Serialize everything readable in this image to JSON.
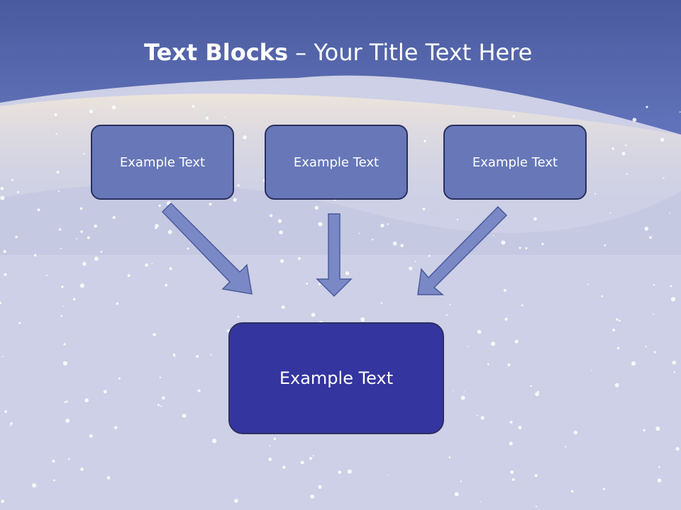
{
  "title": {
    "bold": "Text Blocks",
    "separator": " – ",
    "rest": "Your Title Text Here"
  },
  "diagram": {
    "top_boxes": [
      {
        "label": "Example Text"
      },
      {
        "label": "Example Text"
      },
      {
        "label": "Example Text"
      }
    ],
    "bottom_box": {
      "label": "Example Text"
    }
  },
  "colors": {
    "header_band": "#5a6bb0",
    "small_box_fill": "#6777b8",
    "big_box_fill": "#3535a0",
    "arrow_fill": "#7a89c6",
    "box_border": "#2b2f5e"
  }
}
